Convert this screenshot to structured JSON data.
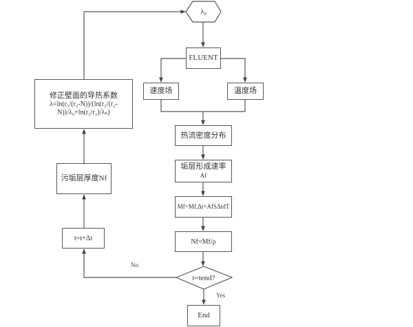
{
  "diagram": {
    "start": {
      "label": "λ₀"
    },
    "nodes": {
      "fluent": "FLUENT",
      "velocity": "速度场",
      "temperature": "温度场",
      "heat_flux": "热流密度分布",
      "fouling_rate_line1": "垢层形成速率",
      "fouling_rate_line2": "Af",
      "mass": "Mf=Mf,Δt+AfSΔtdT",
      "thickness_calc": "Nf=Mf/ρ",
      "decision": "t=tend?",
      "end": "End",
      "time_step": "t=t+Δt",
      "fouling_thickness": "污垢层厚度Nf",
      "correction_line1": "修正壁面的导热系数",
      "correction_line2": "λ=ln(r₃/(r₂-N))/(ln(r₂/(r₂-",
      "correction_line3": "N))/λ₀+ln(r₃/r₂)/λₙ)"
    },
    "edge_labels": {
      "no": "No",
      "yes": "Yes"
    },
    "colors": {
      "line": "#555555",
      "background": "#ffffff",
      "text": "#333333"
    }
  }
}
